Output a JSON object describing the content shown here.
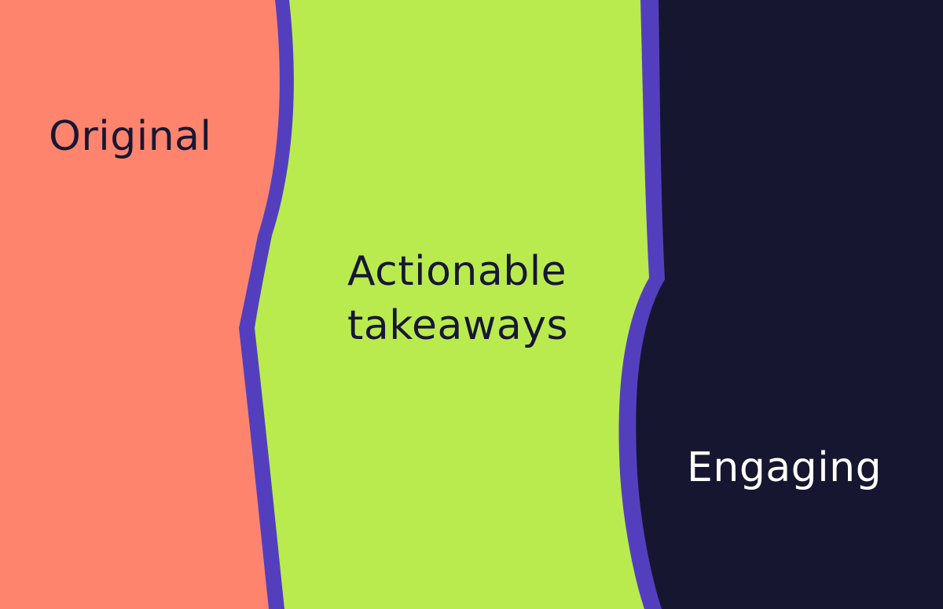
{
  "panels": [
    {
      "id": "original",
      "label_lines": [
        "Original"
      ],
      "background": "#FF846E",
      "text_color": "#171733"
    },
    {
      "id": "actionable",
      "label_lines": [
        "Actionable",
        "takeaways"
      ],
      "background": "#B9EB4E",
      "text_color": "#171733"
    },
    {
      "id": "engaging",
      "label_lines": [
        "Engaging"
      ],
      "background": "#161630",
      "text_color": "#FFFFFF"
    }
  ],
  "divider_color": "#533FBE"
}
